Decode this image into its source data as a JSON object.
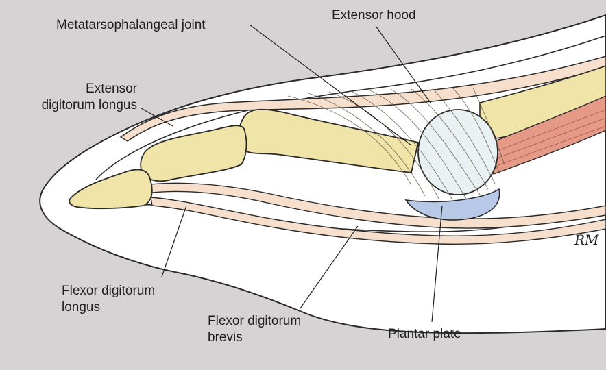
{
  "labels": {
    "mtp_joint": "Metatarsophalangeal joint",
    "extensor_hood": "Extensor hood",
    "edl_line1": "Extensor",
    "edl_line2": "digitorum longus",
    "fdl_line1": "Flexor digitorum",
    "fdl_line2": "longus",
    "fdb_line1": "Flexor digitorum",
    "fdb_line2": "brevis",
    "plantar_plate": "Plantar plate"
  },
  "signature": "RM",
  "colors": {
    "background": "#d7d3d5",
    "skin": "#ffffff",
    "bone": "#f1e4a8",
    "tendon": "#f6dfcc",
    "muscle": "#e59a87",
    "cartilage": "#e9f1f3",
    "plantar_plate": "#b7c9e6",
    "outline": "#2a2a2a"
  }
}
